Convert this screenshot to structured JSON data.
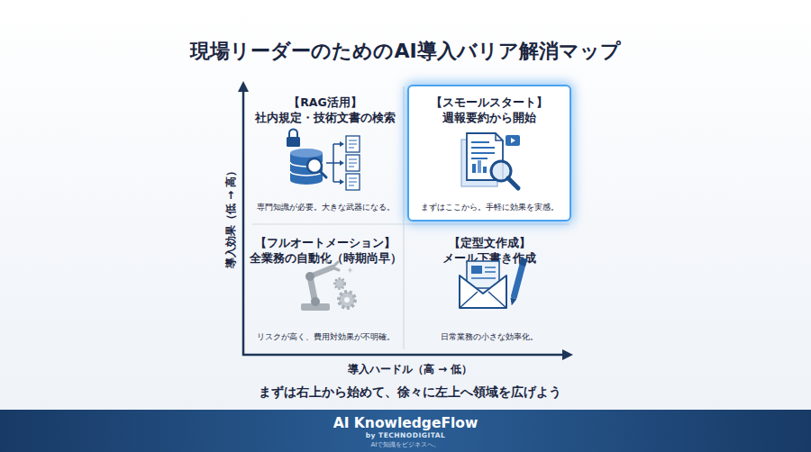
{
  "diagram": {
    "title": "現場リーダーのためのAI導入バリア解消マップ",
    "caption": "まずは右上から始めて、徐々に左上へ領域を広げよう",
    "nodes": [
      {
        "text": [
          "【RAG活用】",
          "社内規定・技術文書の検索",
          "専門知識が必要。大きな武器になる。"
        ]
      },
      {
        "text": [
          "【スモールスタート】",
          "週報要約から開始",
          "まずはここから。手軽に効果を実感。"
        ]
      },
      {
        "text": [
          "【フルオートメーション】",
          "全業務の自動化（時期尚早）",
          "リスクが高く、費用対効果が不明確。"
        ]
      },
      {
        "text": [
          "【定型文作成】",
          "メール下書き作成",
          "日常業務の小さな効率化。"
        ]
      },
      {
        "text": [
          "AI KnowledgeFlow",
          "by TECHNODIGITAL",
          "AIで知識をビジネスへ。"
        ]
      }
    ],
    "labels": [
      "導入効果（低 → 高）",
      "導入ハードル（高 → 低）"
    ]
  }
}
